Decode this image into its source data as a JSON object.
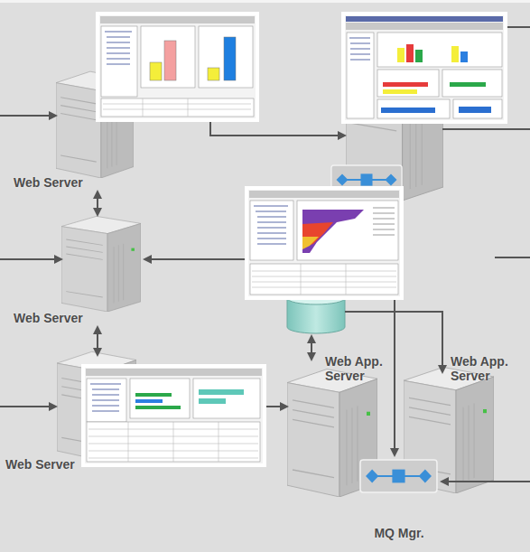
{
  "diagram": {
    "nodes": [
      {
        "text": [
          "Web Server"
        ]
      },
      {
        "text": [
          "Web Server"
        ]
      },
      {
        "text": [
          "Web Server"
        ]
      },
      {
        "text": [
          "Web App. Server"
        ]
      },
      {
        "text": [
          "Web App. Server"
        ]
      },
      {
        "text": [
          "MQ Mgr."
        ]
      }
    ],
    "edges": [
      {
        "from": 0,
        "to": 1,
        "arrow": "both"
      },
      {
        "from": 1,
        "to": 2,
        "arrow": "both"
      },
      {
        "from": 2,
        "to": 3,
        "arrow": "to"
      }
    ]
  }
}
